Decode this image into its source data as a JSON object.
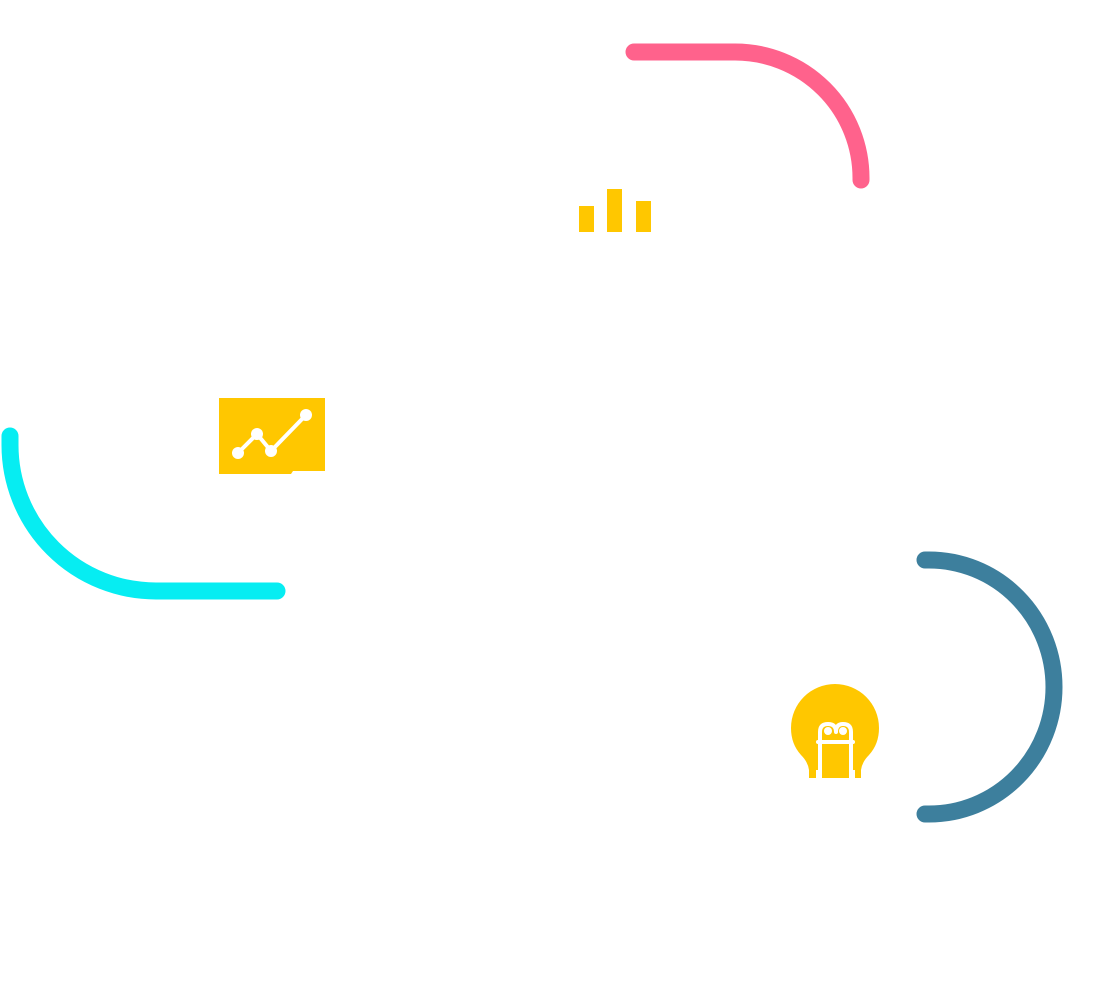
{
  "colors": {
    "background": "#FFFFFF",
    "arc_pink": "#FF628C",
    "arc_cyan": "#06EDF2",
    "arc_teal": "#3D7F9D",
    "icon_yellow": "#FFC700",
    "icon_detail": "#FFFFFF"
  },
  "arcs": [
    {
      "name": "arc-top-right",
      "color": "#FF628C"
    },
    {
      "name": "arc-left",
      "color": "#06EDF2"
    },
    {
      "name": "arc-right",
      "color": "#3D7F9D"
    }
  ],
  "icons": [
    {
      "name": "bar-chart-icon",
      "color": "#FFC700"
    },
    {
      "name": "line-chart-icon",
      "color": "#FFC700"
    },
    {
      "name": "lightbulb-icon",
      "color": "#FFC700"
    }
  ]
}
